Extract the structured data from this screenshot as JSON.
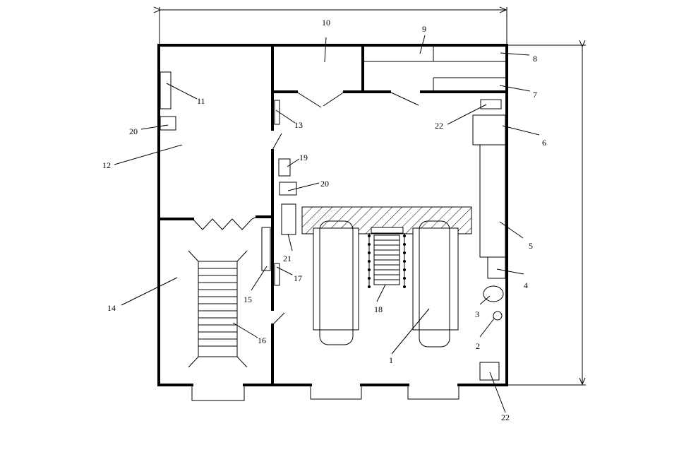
{
  "labels": {
    "n1": "1",
    "n2": "2",
    "n3": "3",
    "n4": "4",
    "n5": "5",
    "n6": "6",
    "n7": "7",
    "n8": "8",
    "n9": "9",
    "n10": "10",
    "n11": "11",
    "n12": "12",
    "n13": "13",
    "n14": "14",
    "n15": "15",
    "n16": "16",
    "n17": "17",
    "n18": "18",
    "n19": "19",
    "n20a": "20",
    "n20b": "20",
    "n21": "21",
    "n22a": "22",
    "n22b": "22"
  },
  "colors": {
    "line": "#000000",
    "background": "#ffffff"
  }
}
